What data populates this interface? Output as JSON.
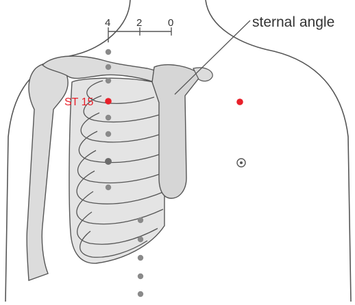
{
  "scale": {
    "ticks": [
      "4",
      "2",
      "0"
    ]
  },
  "labels": {
    "sternal_angle": "sternal angle",
    "point": "ST 15"
  },
  "colors": {
    "bone_fill": "#dcdcdc",
    "outline": "#555555",
    "point_red": "#e8202a",
    "marker_grey": "#8a8a8a"
  }
}
